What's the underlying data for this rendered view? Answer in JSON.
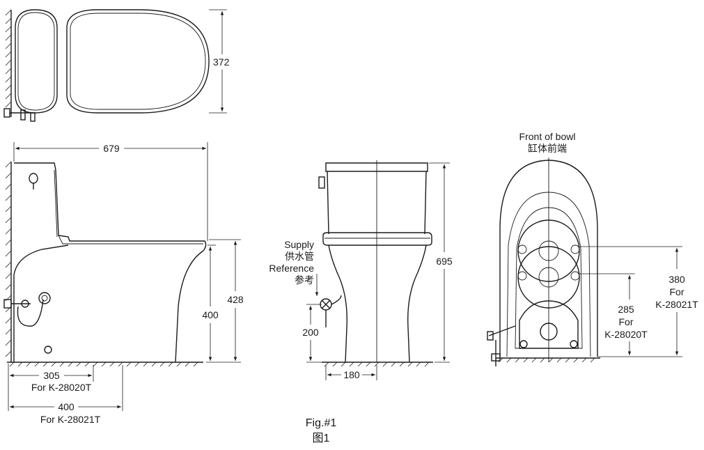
{
  "top_view": {
    "depth_dim": "372"
  },
  "side_view": {
    "length_dim": "679",
    "seat_height_dim": "400",
    "rim_height_dim": "428",
    "rough_in_a_value": "305",
    "rough_in_a_model": "For K-28020T",
    "rough_in_b_value": "400",
    "rough_in_b_model": "For K-28021T"
  },
  "front_view": {
    "supply_label_en": "Supply",
    "supply_label_cn": "供水管",
    "reference_label_en": "Reference",
    "reference_label_cn": "参考",
    "supply_height_dim": "200",
    "supply_offset_dim": "180",
    "total_height_dim": "695"
  },
  "bottom_view": {
    "front_label_en": "Front of bowl",
    "front_label_cn": "缸体前端",
    "dim_a_value": "285",
    "dim_a_for": "For",
    "dim_a_model": "K-28020T",
    "dim_b_value": "380",
    "dim_b_for": "For",
    "dim_b_model": "K-28021T"
  },
  "caption": {
    "en": "Fig.#1",
    "cn": "图1"
  }
}
